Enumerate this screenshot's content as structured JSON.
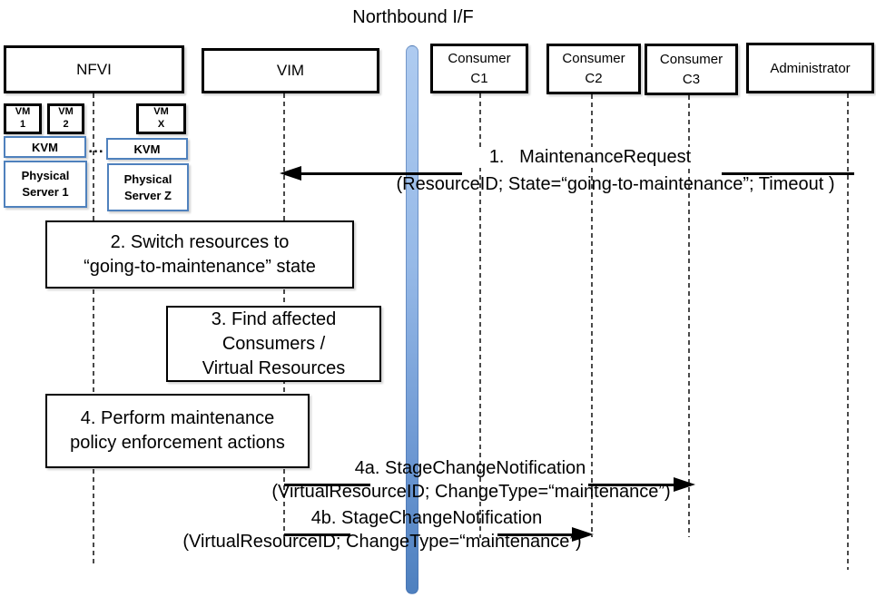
{
  "title": "Northbound I/F",
  "actors": {
    "nfvi": "NFVI",
    "vim": "VIM",
    "consumer_c1": [
      "Consumer",
      "C1"
    ],
    "consumer_c2": [
      "Consumer",
      "C2"
    ],
    "consumer_c3": [
      "Consumer",
      "C3"
    ],
    "administrator": "Administrator"
  },
  "nfvi_internals": {
    "vm1": [
      "VM",
      "1"
    ],
    "vm2": [
      "VM",
      "2"
    ],
    "vmx": [
      "VM",
      "X"
    ],
    "kvm_left": "KVM",
    "kvm_right": "KVM",
    "ellipsis": "...",
    "physical_server_1": [
      "Physical",
      "Server 1"
    ],
    "physical_server_z": [
      "Physical",
      "Server Z"
    ]
  },
  "messages": {
    "msg1": {
      "title": "1.   MaintenanceRequest",
      "params": "(ResourceID; State=“going-to-maintenance”; Timeout )"
    },
    "step2": [
      "2. Switch resources to",
      "“going-to-maintenance” state"
    ],
    "step3": [
      "3. Find affected",
      "Consumers /",
      "Virtual Resources"
    ],
    "step4": [
      "4. Perform maintenance",
      "policy enforcement actions"
    ],
    "msg4a": {
      "title": "4a. StageChangeNotification",
      "params": "(VirtualResourceID; ChangeType=“maintenance”)"
    },
    "msg4b": {
      "title": "4b. StageChangeNotification",
      "params": "(VirtualResourceID; ChangeType=“maintenance”)"
    }
  },
  "colors": {
    "black_border": "#000000",
    "blue_border": "#4F81BD",
    "bar_gradient_top": "#AECBF0",
    "bar_gradient_bottom": "#4E80BF",
    "lifeline": "#4a4a4a"
  }
}
